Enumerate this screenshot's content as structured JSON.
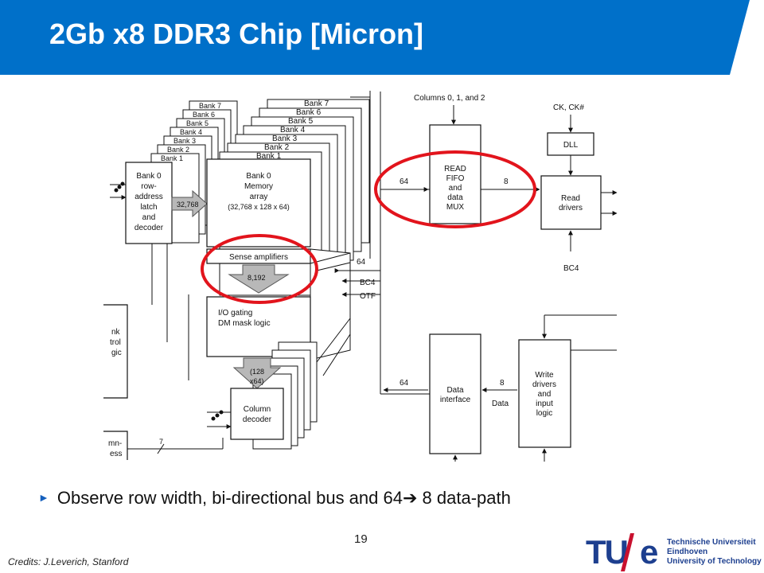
{
  "slide": {
    "title": "2Gb x8 DDR3 Chip [Micron]",
    "bullet": "Observe row width, bi-directional bus and 64",
    "bullet_tail": " 8 data-path",
    "page_number": "19",
    "credits": "Credits: J.Leverich, Stanford"
  },
  "colors": {
    "title_bar": "#0070c9",
    "highlight_circle": "#e2141c",
    "logo_blue": "#1d3f8f",
    "logo_red": "#c8102e"
  },
  "diagram": {
    "banks": [
      "Bank 7",
      "Bank 6",
      "Bank 5",
      "Bank 4",
      "Bank 3",
      "Bank 2",
      "Bank 1"
    ],
    "row_decoder": [
      "Bank 0",
      "row-",
      "address",
      "latch",
      "and",
      "decoder"
    ],
    "row_bus_width": "32,768",
    "memory_array": [
      "Bank 0",
      "Memory",
      "array",
      "(32,768 x 128 x 64)"
    ],
    "sense_amplifiers": "Sense amplifiers",
    "sense_width": "8,192",
    "io_gating": [
      "I/O gating",
      "DM mask logic"
    ],
    "column_width": [
      "(128",
      "x64)"
    ],
    "column_decoder": [
      "Column",
      "decoder"
    ],
    "bus_64": "64",
    "bc4_signal": "BC4",
    "otf_signal": "OTF",
    "columns_label": "Columns 0, 1, and 2",
    "read_fifo": [
      "READ",
      "FIFO",
      "and",
      "data",
      "MUX"
    ],
    "read_in_width": "64",
    "read_out_width": "8",
    "clock_label": "CK, CK#",
    "dll": "DLL",
    "read_drivers": [
      "Read",
      "drivers"
    ],
    "read_drivers_bc4": "BC4",
    "data_interface": [
      "Data",
      "interface"
    ],
    "data_out_width": "64",
    "data_in_width": "8",
    "data_label": "Data",
    "write_drivers": [
      "Write",
      "drivers",
      "and",
      "input",
      "logic"
    ],
    "ctrl_fragment": [
      "nk",
      "trol",
      "gic"
    ],
    "col_fragment": [
      "mn-",
      "ess"
    ],
    "col_addr_width": "7"
  },
  "logo": {
    "mark": "TU",
    "mark_tail": "e",
    "lines": [
      "Technische Universiteit",
      "Eindhoven",
      "University of Technology"
    ]
  }
}
